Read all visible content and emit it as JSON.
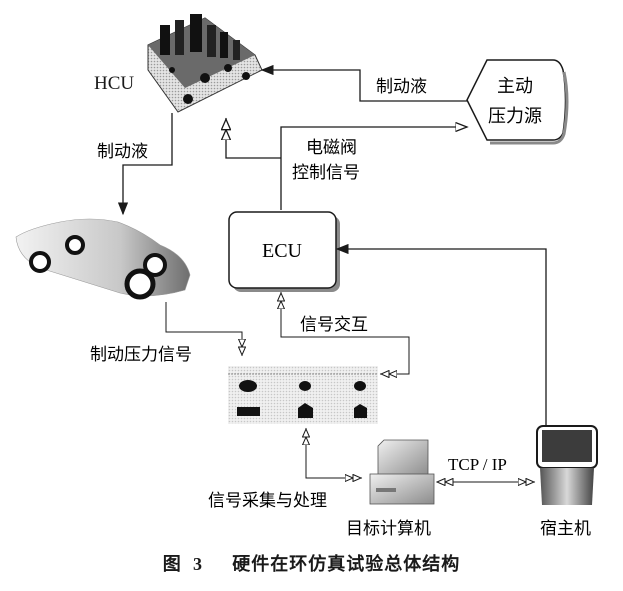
{
  "figure": {
    "caption_prefix": "图",
    "caption_number": "3",
    "caption_title": "硬件在环仿真试验总体结构"
  },
  "nodes": {
    "hcu": {
      "label": "HCU",
      "icon": "hydraulic-control-unit-icon"
    },
    "pressure_source": {
      "label_line1": "主动",
      "label_line2": "压力源",
      "shape": "hexagon"
    },
    "vehicle": {
      "icon": "car-icon"
    },
    "ecu": {
      "label": "ECU",
      "shape": "rounded-rectangle"
    },
    "io_board": {
      "icon": "signal-board-icon"
    },
    "target_pc": {
      "label": "目标计算机",
      "icon": "desktop-computer-icon"
    },
    "host_pc": {
      "label": "宿主机",
      "icon": "laptop-icon"
    }
  },
  "edges": {
    "fluid_source_to_hcu": {
      "label": "制动液",
      "from": "主动压力源",
      "to": "HCU"
    },
    "fluid_hcu_to_car": {
      "label": "制动液",
      "from": "HCU",
      "to": "车辆"
    },
    "valve_control": {
      "label_line1": "电磁阀",
      "label_line2": "控制信号",
      "from": "ECU",
      "to": [
        "HCU",
        "主动压力源"
      ]
    },
    "brake_pressure": {
      "label": "制动压力信号",
      "from": "车辆",
      "to": "信号板"
    },
    "signal_exchange": {
      "label": "信号交互",
      "between": [
        "ECU",
        "信号板"
      ]
    },
    "acquisition": {
      "label": "信号采集与处理",
      "between": [
        "信号板",
        "目标计算机"
      ]
    },
    "network": {
      "label": "TCP / IP",
      "between": [
        "目标计算机",
        "宿主机"
      ]
    },
    "host_to_ecu": {
      "from": "宿主机",
      "to": "ECU"
    }
  },
  "colors": {
    "line": "#1a1a1a",
    "shadow": "#8a8a8a",
    "fill": "#ffffff"
  }
}
